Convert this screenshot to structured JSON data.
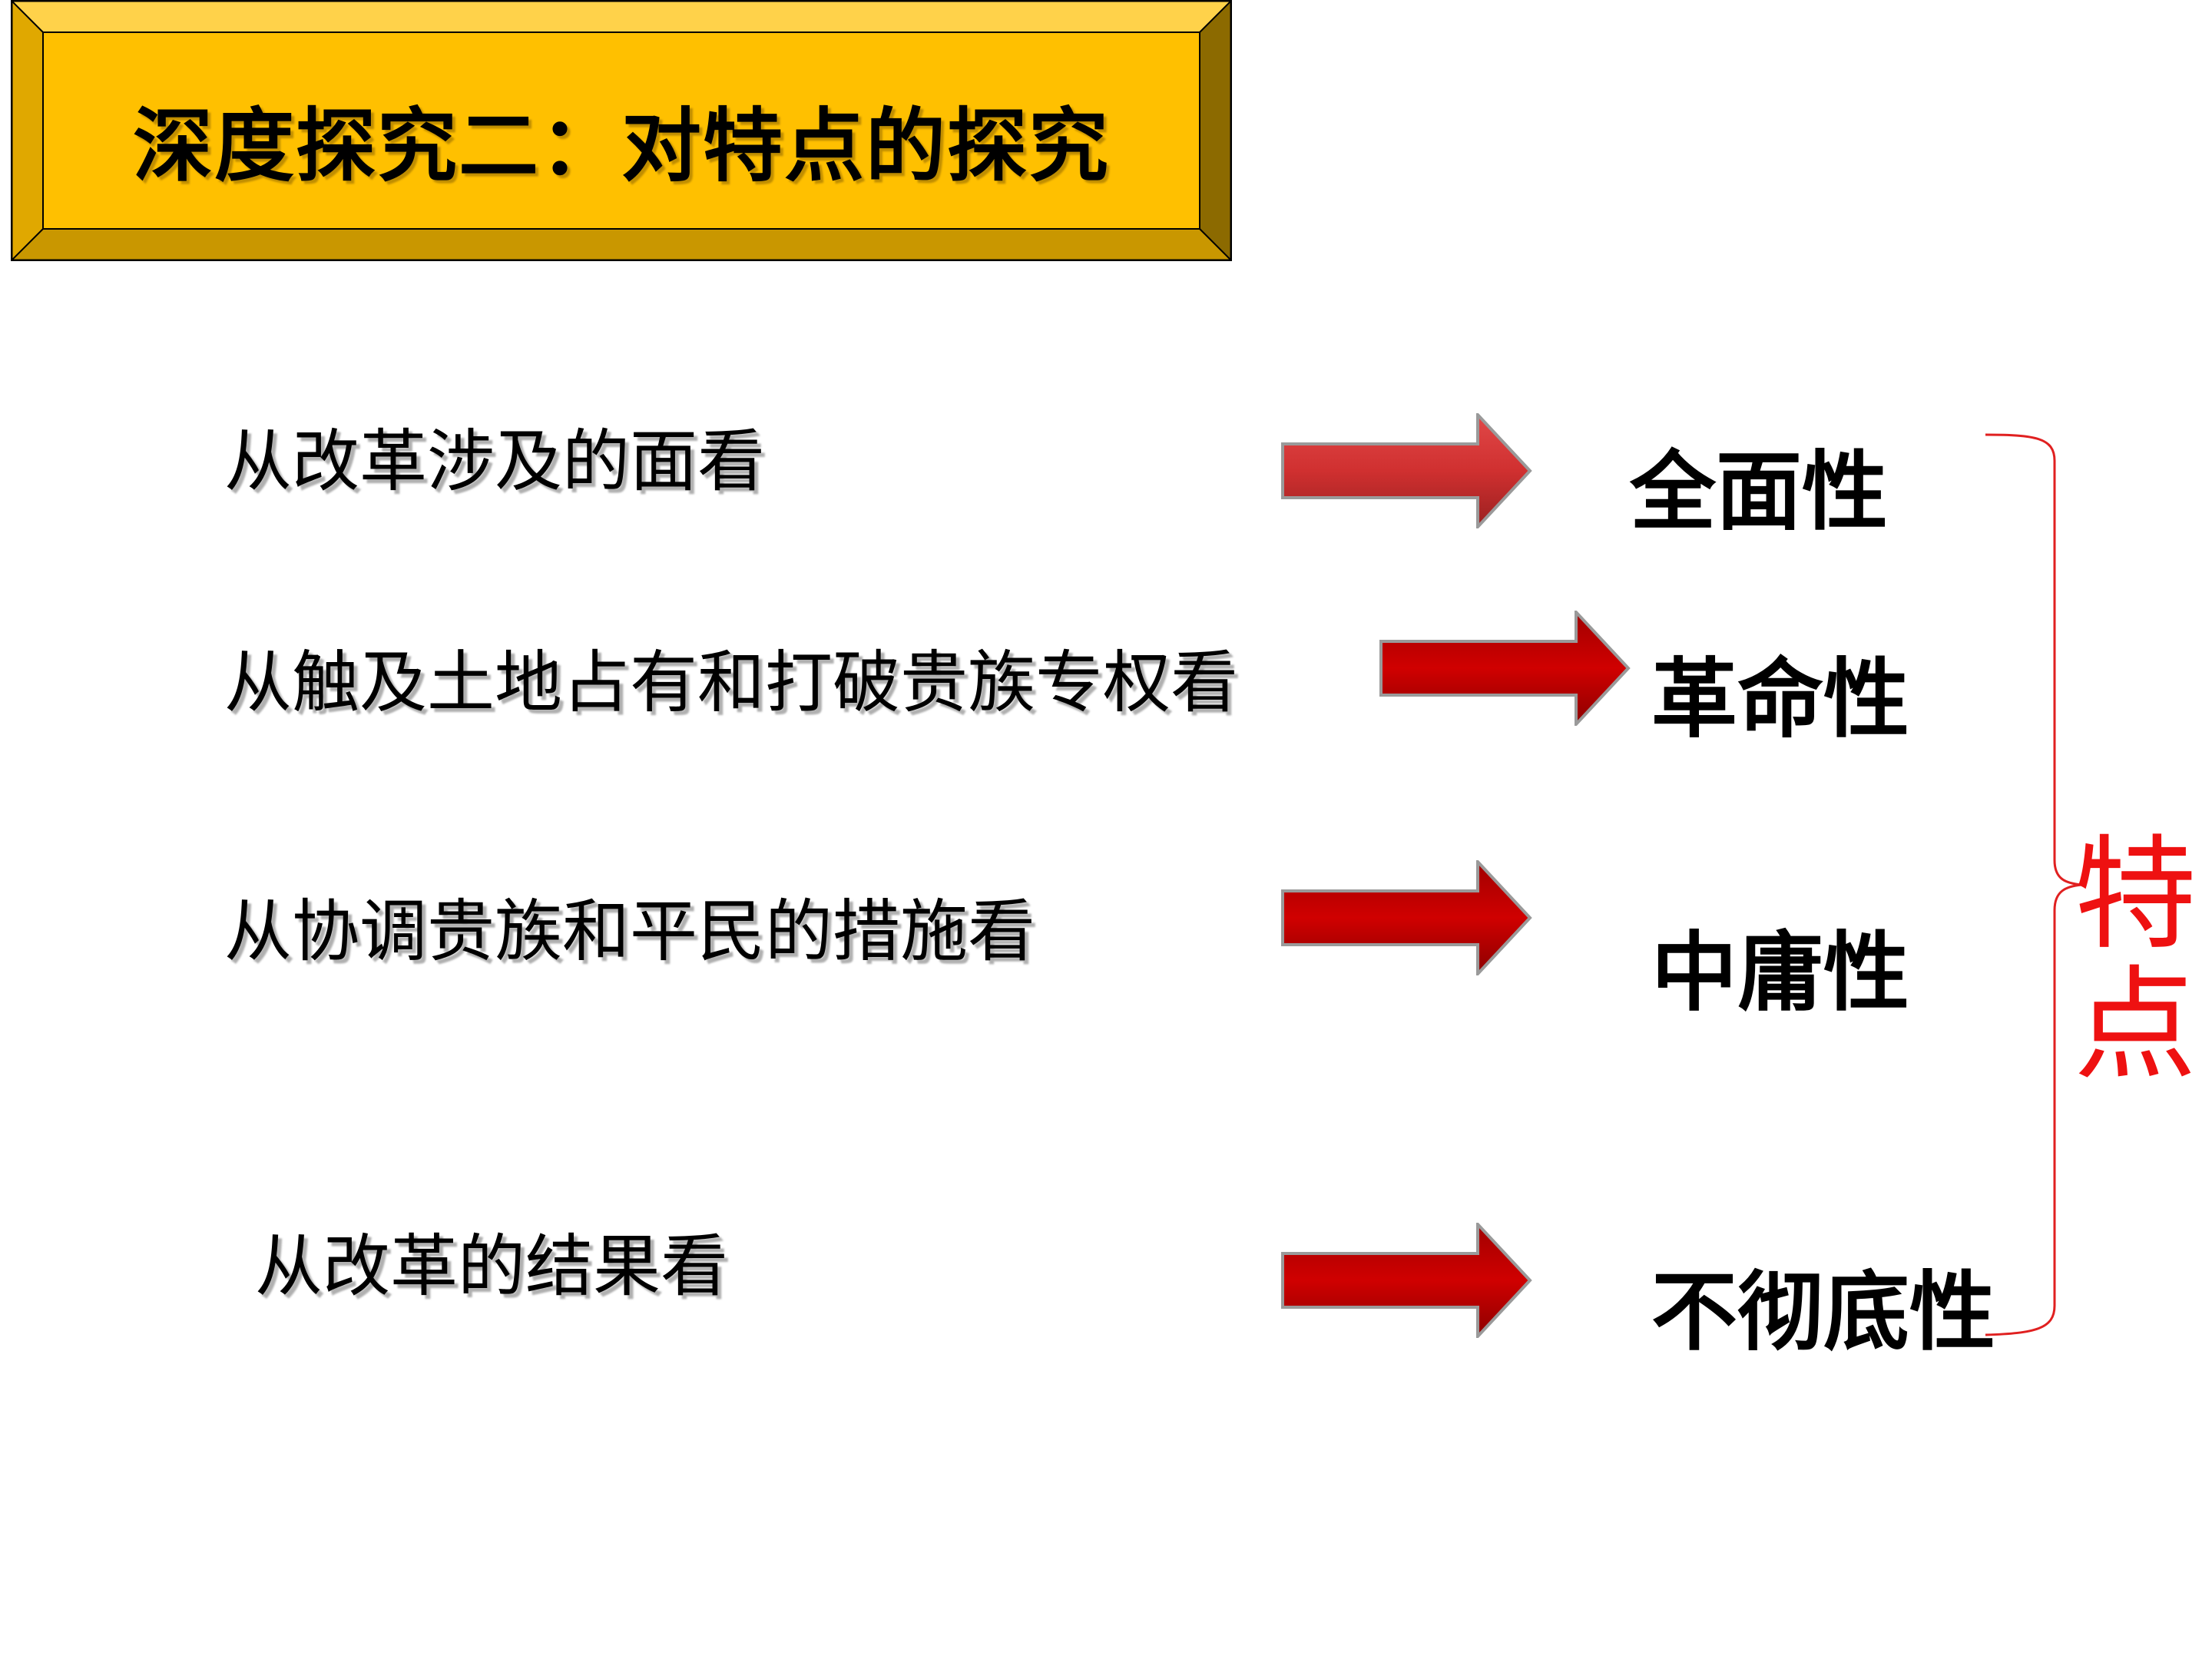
{
  "title": "深度探究二：对特点的探究",
  "rows": [
    {
      "aspect": "从改革涉及的面看",
      "characteristic": "全面性"
    },
    {
      "aspect": "从触及土地占有和打破贵族专权看",
      "characteristic": "革命性"
    },
    {
      "aspect": "从协调贵族和平民的措施看",
      "characteristic": "中庸性"
    },
    {
      "aspect": "从改革的结果看",
      "characteristic": "不彻底性"
    }
  ],
  "summary": {
    "char1": "特",
    "char2": "点"
  },
  "colors": {
    "banner_fill": "#FFC000",
    "banner_bevel_top": "#FFD24A",
    "banner_bevel_side": "#C99700",
    "banner_bevel_dark": "#8C6A00",
    "arrow_red": "#C00000",
    "summary_red": "#EE1111"
  },
  "icons": {
    "arrow": "right-arrow-icon",
    "brace": "right-brace"
  }
}
